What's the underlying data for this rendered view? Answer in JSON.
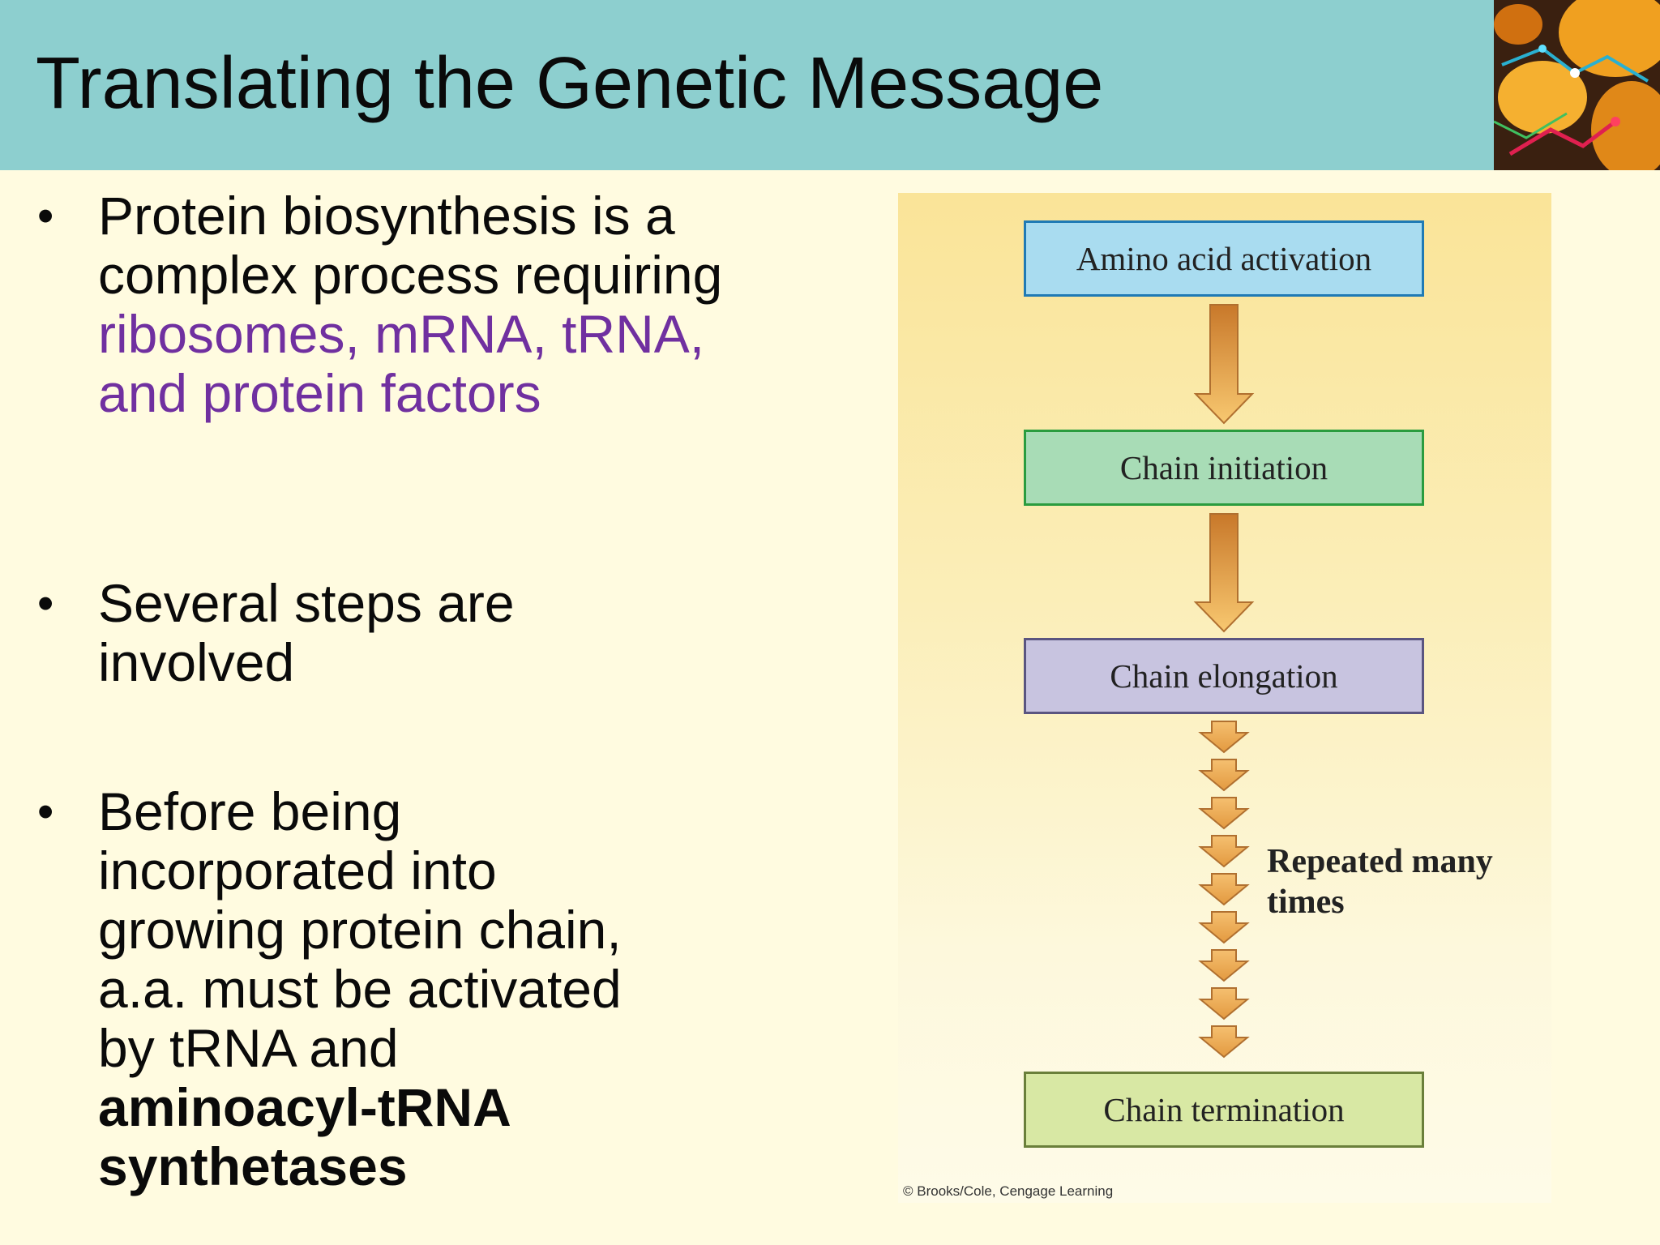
{
  "slide": {
    "title": "Translating the Genetic Message"
  },
  "bullets": {
    "b1": {
      "dot": "•",
      "text_plain": "Protein biosynthesis is a complex process requiring ",
      "text_highlight": "ribosomes, mRNA, tRNA, and protein factors"
    },
    "b2": {
      "dot": "•",
      "text": "Several steps are involved"
    },
    "b3": {
      "dot": "•",
      "text_plain": "Before being incorporated into growing protein chain, a.a. must be activated by tRNA and ",
      "text_bold": "aminoacyl-tRNA synthetases"
    }
  },
  "diagram": {
    "steps": [
      "Amino acid activation",
      "Chain initiation",
      "Chain elongation",
      "Chain termination"
    ],
    "repeat_label": "Repeated many times",
    "credit": "© Brooks/Cole, Cengage Learning"
  },
  "colors": {
    "header": "#8dcfcf",
    "background": "#fffbe0",
    "highlight_text": "#7030a0",
    "arrow_fill": "#e8a84a"
  }
}
